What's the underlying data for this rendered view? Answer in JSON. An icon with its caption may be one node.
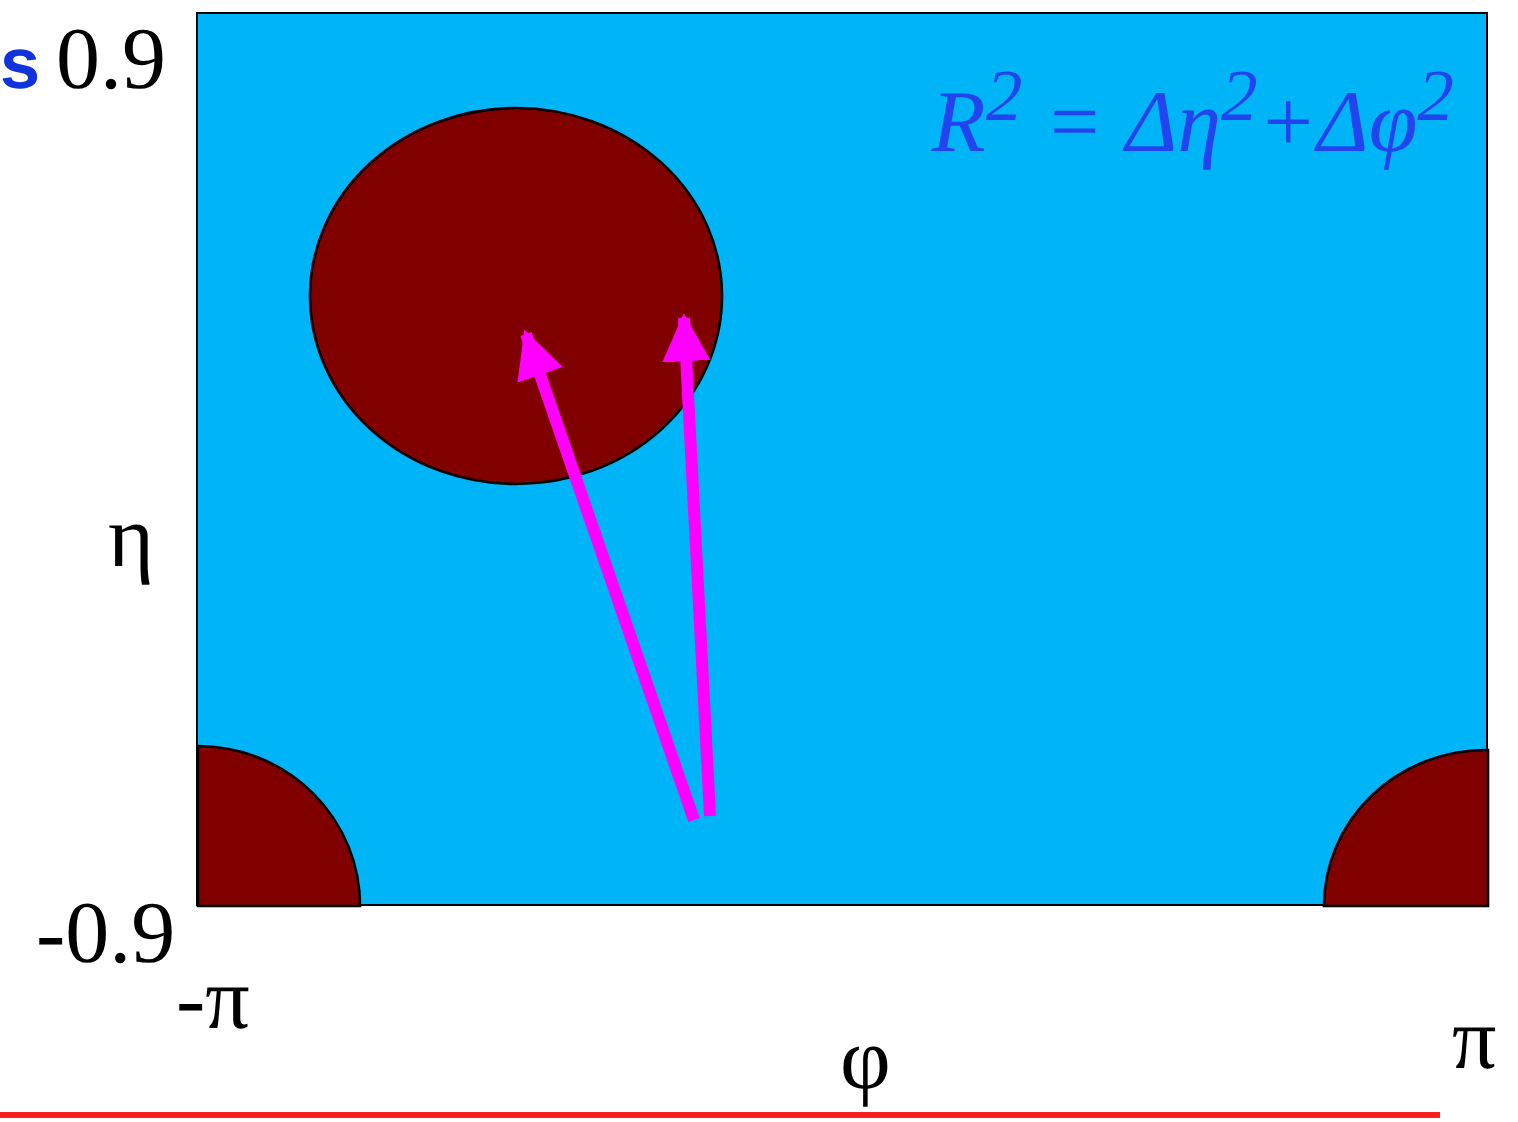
{
  "diagram": {
    "nodes": [
      {
        "text": [
          "R$^{2}$ = Δη$^{2}$+Δφ$^{2}$"
        ]
      },
      {
        "text": [],
        "shape": "circle",
        "in": 0
      },
      {
        "text": [],
        "shape": "circle",
        "in": 0
      },
      {
        "text": [],
        "shape": "circle",
        "in": 0
      }
    ],
    "labels": [
      "s",
      "0.9",
      "η",
      "-0.9",
      "-π",
      "π",
      "φ"
    ]
  }
}
